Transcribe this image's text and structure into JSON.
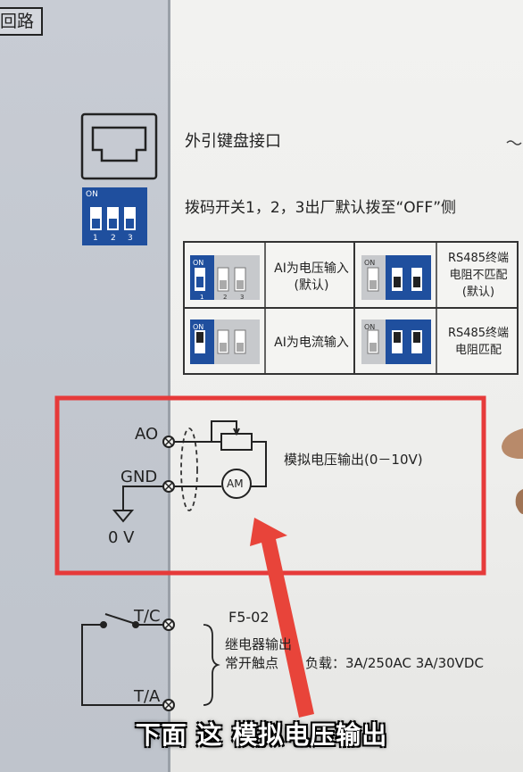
{
  "left_panel": {
    "title_partial": "回路",
    "dip_on_label": "ON",
    "dip_numbers": [
      "1",
      "2",
      "3"
    ],
    "terminals": {
      "ao": "AO",
      "gnd": "GND",
      "zero_v": "0 V",
      "tc": "T/C",
      "ta": "T/A"
    }
  },
  "right_panel": {
    "keyboard_label": "外引键盘接口",
    "dip_note": "拨码开关1，2，3出厂默认拨至“OFF”侧",
    "table": {
      "row1_left": "AI为电压输入\n(默认)",
      "row2_left": "AI为电流输入",
      "row1_right": "RS485终端\n电阻不匹配\n(默认)",
      "row2_right": "RS485终端\n电阻匹配",
      "dip_on": "ON",
      "dip_numbers": [
        "1",
        "2",
        "3"
      ]
    },
    "analog_output_label": "模拟电压输出(0－10V)",
    "meter_label": "AM",
    "relay_code": "F5-02",
    "relay_line1": "继电器输出",
    "relay_line2": "常开触点",
    "relay_load": "负载：3A/250AC  3A/30VDC"
  },
  "caption": "下面 这 模拟电压输出",
  "colors": {
    "highlight_red": "#e63a3a",
    "dip_blue": "#1f4f9e",
    "arrow_red": "#e8443a"
  }
}
